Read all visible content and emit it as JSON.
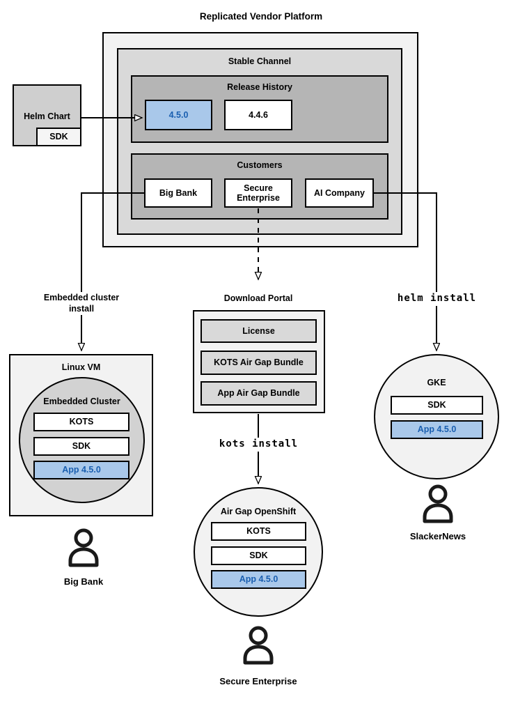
{
  "title": "Replicated Vendor Platform",
  "platform": {
    "stable_channel_title": "Stable Channel",
    "release_history": {
      "title": "Release History",
      "releases": [
        "4.5.0",
        "4.4.6"
      ]
    },
    "customers": {
      "title": "Customers",
      "items": [
        "Big Bank",
        "Secure Enterprise",
        "AI Company"
      ]
    }
  },
  "helm_chart": {
    "label": "Helm Chart",
    "sdk": "SDK"
  },
  "edge_labels": {
    "embedded_install": "Embedded cluster install",
    "helm_install": "helm install",
    "kots_install": "kots install"
  },
  "download_portal": {
    "title": "Download Portal",
    "items": [
      "License",
      "KOTS Air Gap Bundle",
      "App Air Gap Bundle"
    ]
  },
  "linux_vm": {
    "title": "Linux VM",
    "cluster": {
      "title": "Embedded Cluster",
      "components": [
        "KOTS",
        "SDK"
      ],
      "app": "App 4.5.0"
    }
  },
  "openshift": {
    "title": "Air Gap OpenShift",
    "components": [
      "KOTS",
      "SDK"
    ],
    "app": "App 4.5.0"
  },
  "gke": {
    "title": "GKE",
    "components": [
      "SDK"
    ],
    "app": "App 4.5.0"
  },
  "personas": {
    "big_bank": "Big Bank",
    "secure_enterprise": "Secure Enterprise",
    "slackernews": "SlackerNews"
  },
  "colors": {
    "highlight_fill": "#a9c8ea",
    "highlight_border": "#2a6db5",
    "highlight_text": "#1a5fb0",
    "gray_light": "#f2f2f2",
    "gray_mid": "#d9d9d9",
    "gray_dark": "#b5b5b5"
  }
}
